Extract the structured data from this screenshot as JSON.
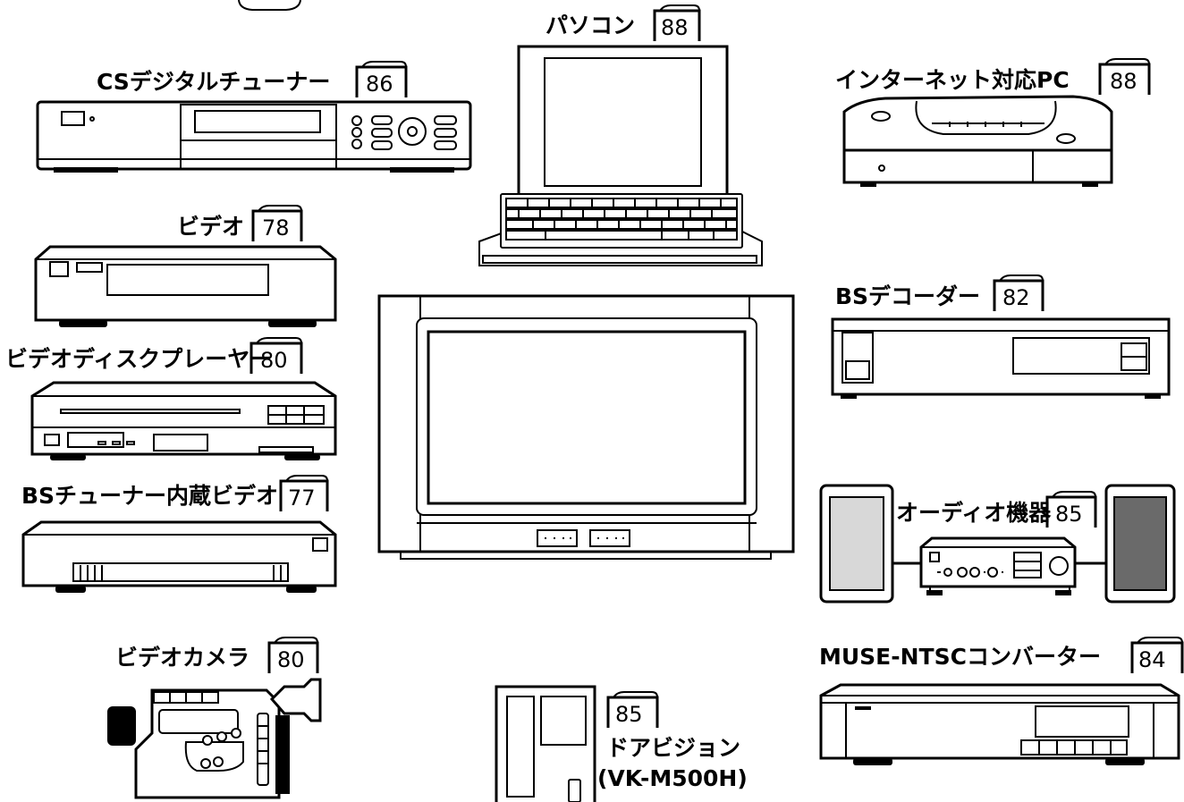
{
  "devices": {
    "pasokon": {
      "label": "パソコン",
      "page": "88"
    },
    "cs_tuner": {
      "label": "CSデジタルチューナー",
      "page": "86"
    },
    "internet_pc": {
      "label": "インターネット対応PC",
      "page": "88"
    },
    "video": {
      "label": "ビデオ",
      "page": "78"
    },
    "bs_decoder": {
      "label": "BSデコーダー",
      "page": "82"
    },
    "disc_player": {
      "label": "ビデオディスクプレーヤー",
      "page": "80"
    },
    "bs_tuner_video": {
      "label": "BSチューナー内蔵ビデオ",
      "page": "77"
    },
    "audio": {
      "label": "オーディオ機器",
      "page": "85"
    },
    "camera": {
      "label": "ビデオカメラ",
      "page": "80"
    },
    "converter": {
      "label": "MUSE-NTSCコンバーター",
      "page": "84"
    },
    "door_vision": {
      "label": "ドアビジョン",
      "model": "(VK-M500H)",
      "page": "85"
    }
  }
}
